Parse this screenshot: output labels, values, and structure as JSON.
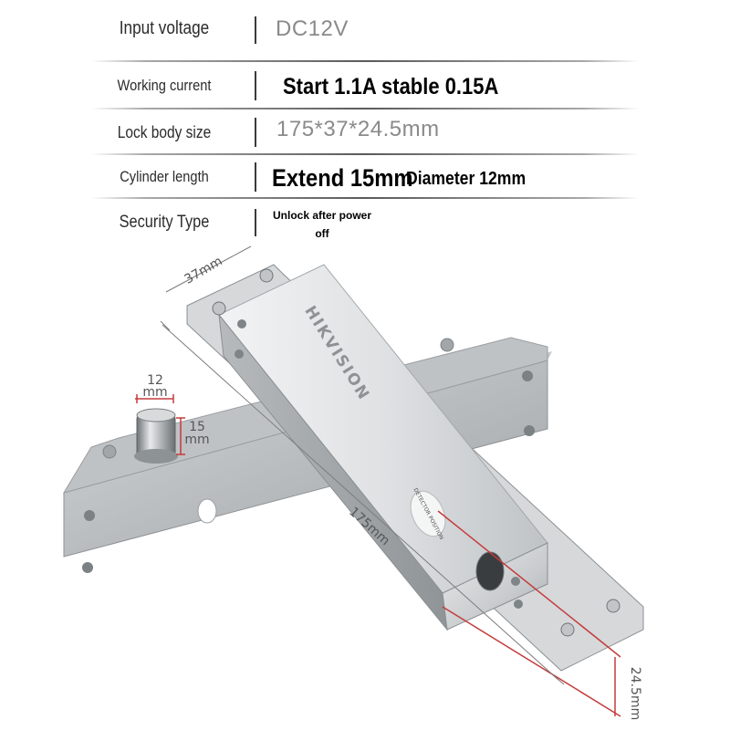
{
  "specs": [
    {
      "label": "Input voltage",
      "value": "DC12V"
    },
    {
      "label": "Working current",
      "value": "Start 1.1A stable 0.15A"
    },
    {
      "label": "Lock body size",
      "value": "175*37*24.5mm"
    },
    {
      "label": "Cylinder length",
      "value_main": "Extend 15mm",
      "value_extra": "Diameter 12mm"
    },
    {
      "label": "Security Type",
      "value_line1": "Unlock after power",
      "value_line2": "off"
    }
  ],
  "product": {
    "brand": "HIKVISION",
    "sticker": "DETECTOR POSITION",
    "dimensions": {
      "width": "37mm",
      "cylinder_diameter_value": "12",
      "cylinder_diameter_unit": "mm",
      "cylinder_extend_value": "15",
      "cylinder_extend_unit": "mm",
      "length": "175mm",
      "height": "24.5mm"
    }
  }
}
